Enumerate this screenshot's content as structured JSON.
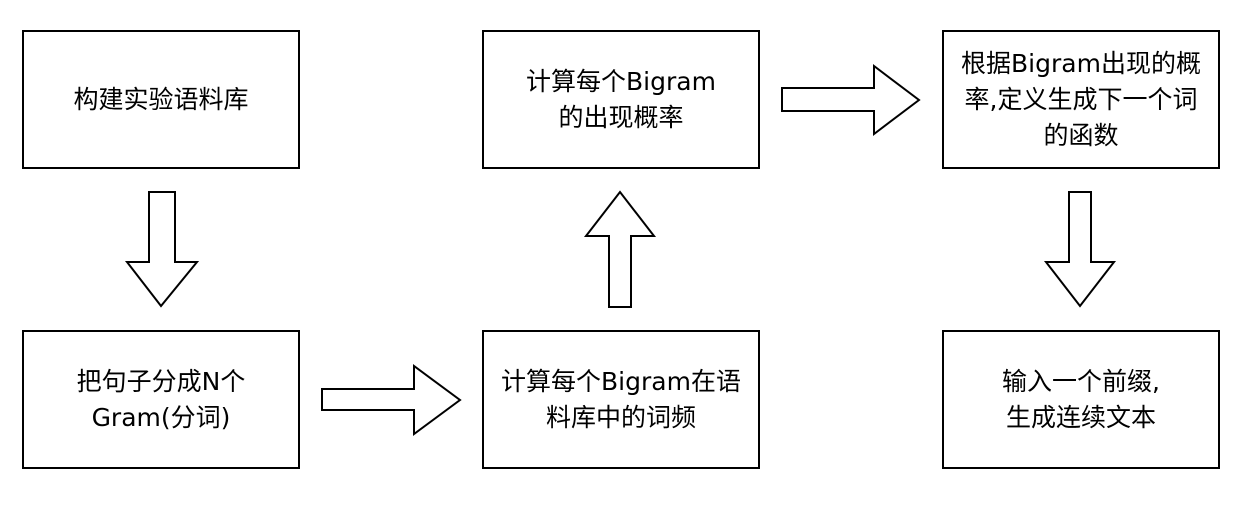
{
  "nodes": {
    "build_corpus": {
      "label": "构建实验语料库"
    },
    "split_grams": {
      "label": "把句子分成N个\nGram(分词)"
    },
    "count_freq": {
      "label": "计算每个Bigram在语\n料库中的词频"
    },
    "calc_prob": {
      "label": "计算每个Bigram\n的出现概率"
    },
    "define_fn": {
      "label": "根据Bigram出现的概\n率,定义生成下一个词\n的函数"
    },
    "generate": {
      "label": "输入一个前缀,\n生成连续文本"
    }
  },
  "edges": [
    {
      "from": "build_corpus",
      "to": "split_grams",
      "direction": "down"
    },
    {
      "from": "split_grams",
      "to": "count_freq",
      "direction": "right"
    },
    {
      "from": "count_freq",
      "to": "calc_prob",
      "direction": "up"
    },
    {
      "from": "calc_prob",
      "to": "define_fn",
      "direction": "right"
    },
    {
      "from": "define_fn",
      "to": "generate",
      "direction": "down"
    }
  ],
  "style": {
    "stroke": "#000000",
    "fill": "#ffffff"
  }
}
